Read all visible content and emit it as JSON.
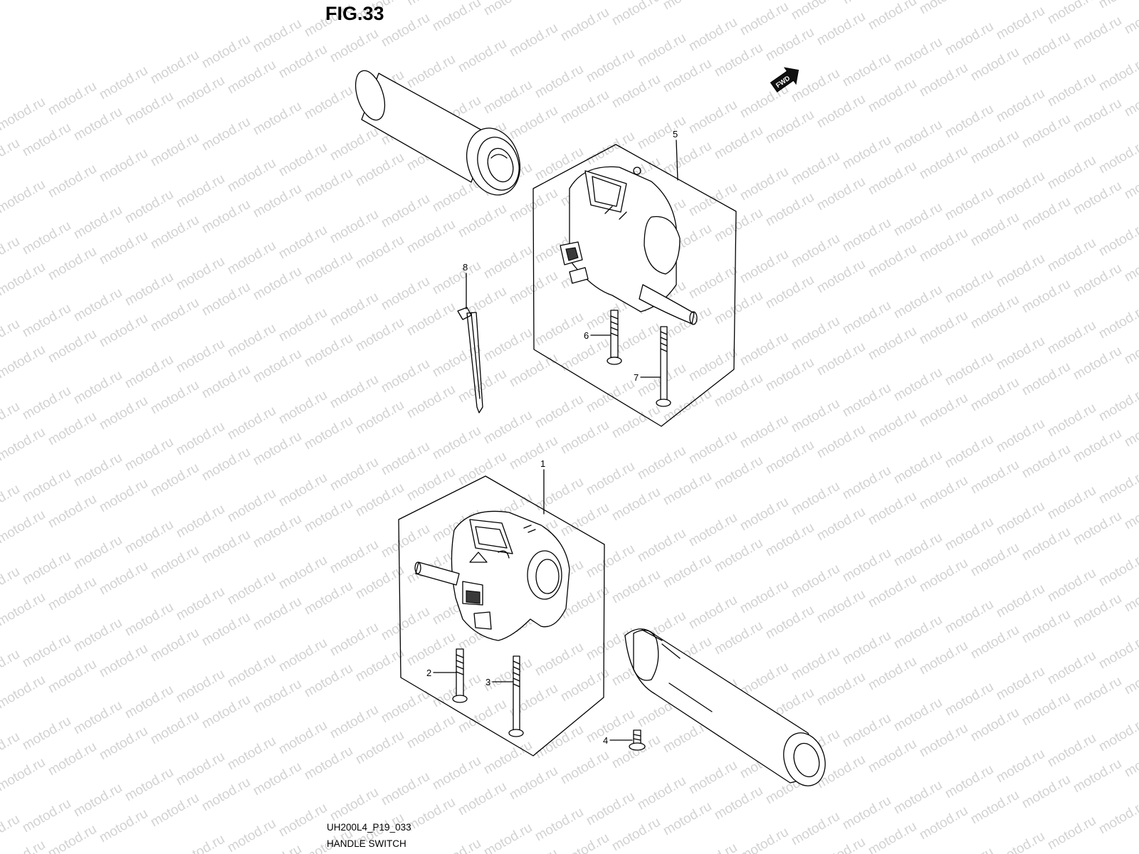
{
  "figure": {
    "title": "FIG.33",
    "code": "UH200L4_P19_033",
    "name": "HANDLE SWITCH"
  },
  "watermark": {
    "text": "motod.ru",
    "color": "#d2d2d2"
  },
  "fwd_badge": {
    "text": "FWD"
  },
  "callouts": [
    {
      "number": "1",
      "part": "switch-assembly-left"
    },
    {
      "number": "2",
      "part": "screw-short"
    },
    {
      "number": "3",
      "part": "screw-long"
    },
    {
      "number": "4",
      "part": "screw-small"
    },
    {
      "number": "5",
      "part": "switch-assembly-right"
    },
    {
      "number": "6",
      "part": "screw-short"
    },
    {
      "number": "7",
      "part": "screw-long"
    },
    {
      "number": "8",
      "part": "cable-tie"
    }
  ]
}
